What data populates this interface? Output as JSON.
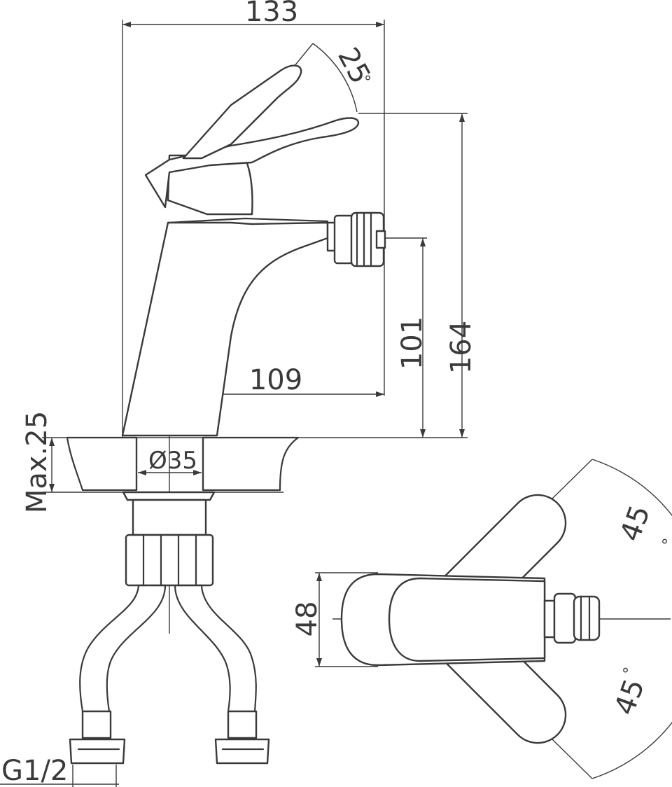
{
  "dimensions": {
    "overall_width": "133",
    "handle_angle": "25",
    "overall_height": "164",
    "outlet_height": "101",
    "spout_reach": "109",
    "mounting_hole": "Ø35",
    "max_deck_thickness": "Max.25",
    "connection_thread": "G1/2",
    "top_width": "48",
    "rotation_left": "45",
    "rotation_right": "45",
    "degree_mark": "°"
  }
}
